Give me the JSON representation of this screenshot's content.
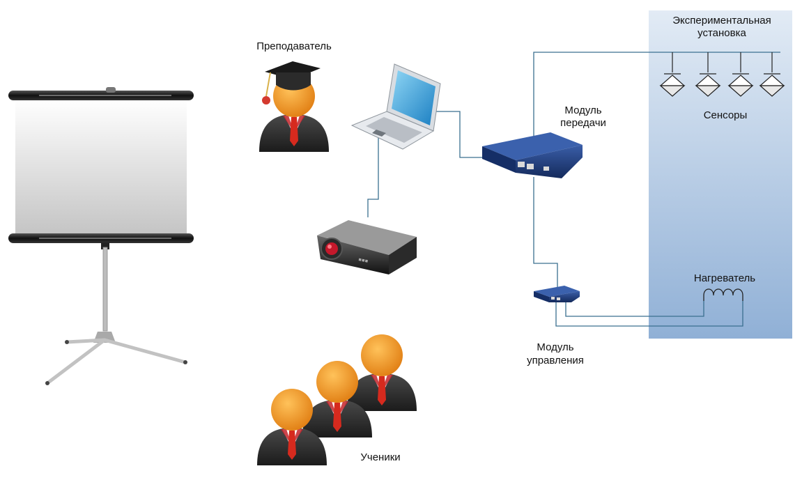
{
  "labels": {
    "teacher": "Преподаватель",
    "students": "Ученики",
    "transfer_module_line1": "Модуль",
    "transfer_module_line2": "передачи",
    "control_module_line1": "Модуль",
    "control_module_line2": "управления",
    "setup_line1": "Экспериментальная",
    "setup_line2": "установка",
    "sensors": "Сенсоры",
    "heater": "Нагреватель"
  },
  "colors": {
    "wire": "#3a6f8f",
    "setup_panel_top": "#dfe9f4",
    "setup_panel_bottom": "#93b3d8",
    "person_head": "#f39a2d",
    "person_body": "#2f2f2f",
    "tie": "#d62a1e",
    "device_blue": "#1f3b78"
  },
  "icons": [
    "projection-screen-icon",
    "teacher-icon",
    "laptop-icon",
    "projector-icon",
    "transfer-module-icon",
    "control-module-icon",
    "sensor-icon",
    "heater-coil-icon",
    "student-icon"
  ]
}
